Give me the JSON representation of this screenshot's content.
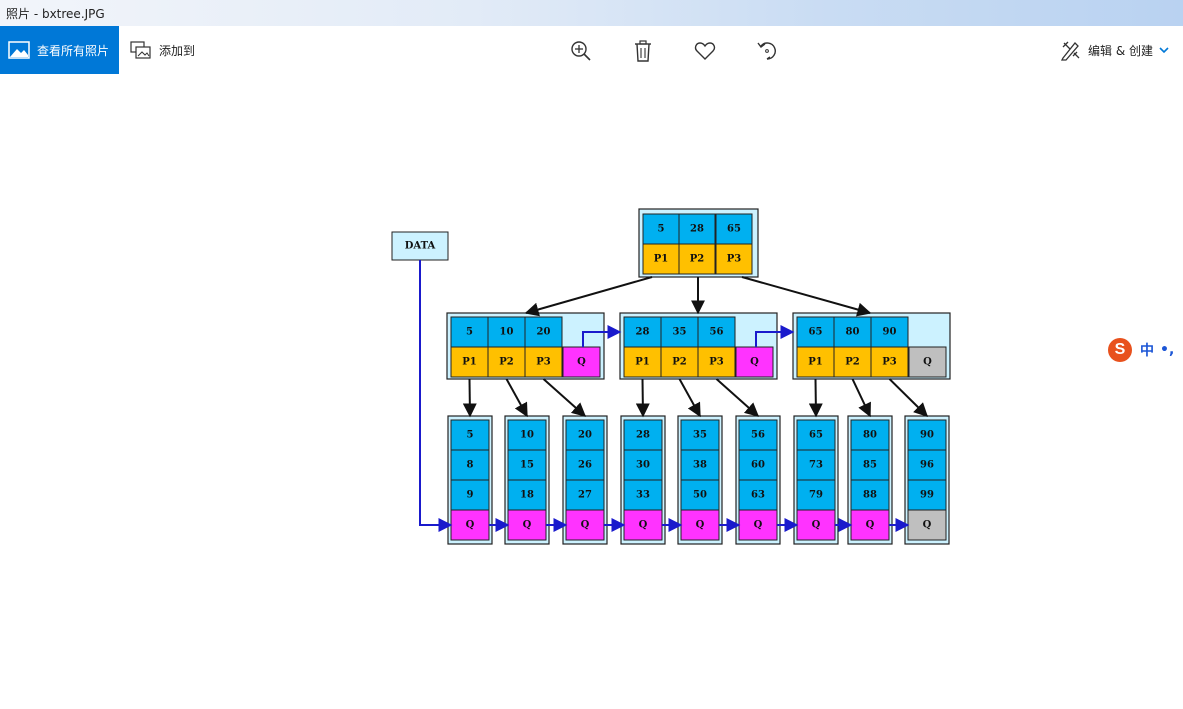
{
  "window": {
    "title": "照片 - bxtree.JPG"
  },
  "toolbar": {
    "view_all_label": "查看所有照片",
    "add_to_label": "添加到",
    "edit_create_label": "编辑 & 创建",
    "icons": [
      "picture-icon",
      "add-to-icon",
      "zoom-in-icon",
      "delete-icon",
      "favorite-icon",
      "rotate-icon",
      "edit-create-icon",
      "chevron-down-icon"
    ]
  },
  "image": {
    "data_label": "DATA",
    "root": {
      "keys": [
        "5",
        "28",
        "65"
      ],
      "ptrs": [
        "P1",
        "P2",
        "P3"
      ]
    },
    "internal": [
      {
        "keys": [
          "5",
          "10",
          "20"
        ],
        "ptrs": [
          "P1",
          "P2",
          "P3"
        ],
        "next": "Q"
      },
      {
        "keys": [
          "28",
          "35",
          "56"
        ],
        "ptrs": [
          "P1",
          "P2",
          "P3"
        ],
        "next": "Q"
      },
      {
        "keys": [
          "65",
          "80",
          "90"
        ],
        "ptrs": [
          "P1",
          "P2",
          "P3"
        ],
        "next": "Q"
      }
    ],
    "leaves": [
      {
        "keys": [
          "5",
          "8",
          "9"
        ],
        "next": "Q"
      },
      {
        "keys": [
          "10",
          "15",
          "18"
        ],
        "next": "Q"
      },
      {
        "keys": [
          "20",
          "26",
          "27"
        ],
        "next": "Q"
      },
      {
        "keys": [
          "28",
          "30",
          "33"
        ],
        "next": "Q"
      },
      {
        "keys": [
          "35",
          "38",
          "50"
        ],
        "next": "Q"
      },
      {
        "keys": [
          "56",
          "60",
          "63"
        ],
        "next": "Q"
      },
      {
        "keys": [
          "65",
          "73",
          "79"
        ],
        "next": "Q"
      },
      {
        "keys": [
          "80",
          "85",
          "88"
        ],
        "next": "Q"
      },
      {
        "keys": [
          "90",
          "96",
          "99"
        ],
        "next": "Q"
      }
    ],
    "colors": {
      "key": "#00b0f0",
      "pointer": "#ffc000",
      "link": "#ff33ff",
      "null_link": "#bfbfbf",
      "node_bg": "#ccf2ff",
      "blue_arrow": "#1a1acc"
    }
  },
  "ime": {
    "logo": "S",
    "mode": "中",
    "punct": "•,"
  }
}
